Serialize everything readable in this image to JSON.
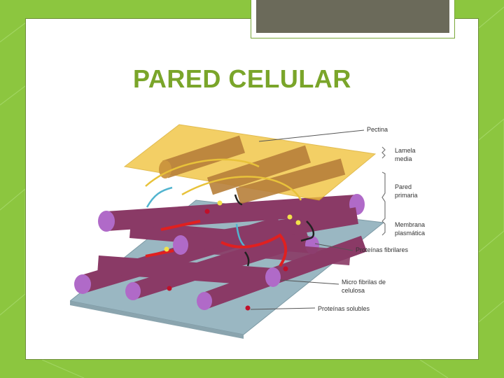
{
  "slide": {
    "title": "PARED CELULAR"
  },
  "diagram": {
    "labels": {
      "pectina": "Pectina",
      "lamela_l1": "Lamela",
      "lamela_l2": "media",
      "pared_l1": "Pared",
      "pared_l2": "primaria",
      "membrana_l1": "Membrana",
      "membrana_l2": "plasmática",
      "proteinas_fibrilares": "Proteínas fibrilares",
      "micro_l1": "Micro fibrilas de",
      "micro_l2": "celulosa",
      "proteinas_solubles": "Proteínas solubles"
    }
  },
  "colors": {
    "background": "#8cc63f",
    "title": "#7aa52a",
    "pectin_layer": "#f0c23a",
    "fibril": "#8a3a66",
    "fibril_end": "#b06ac8",
    "membrane": "#9ab7c2"
  }
}
